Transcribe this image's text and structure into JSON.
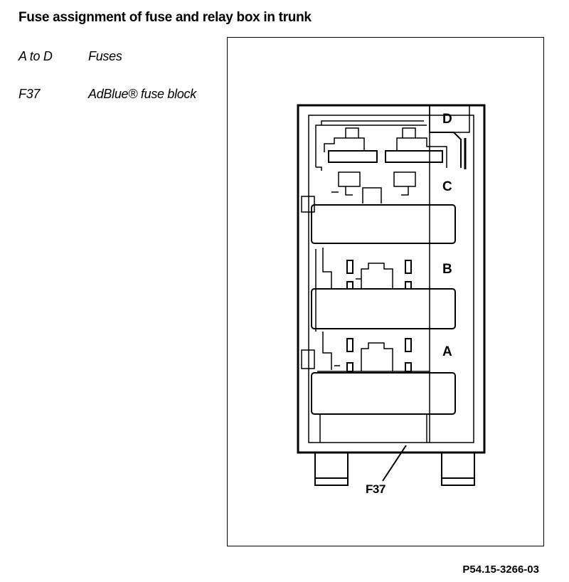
{
  "title": "Fuse assignment of fuse and relay box in trunk",
  "legend": [
    {
      "code": "A to D",
      "description": "Fuses"
    },
    {
      "code": "F37",
      "description": "AdBlue® fuse block"
    }
  ],
  "diagram": {
    "row_labels": [
      "D",
      "C",
      "B",
      "A"
    ],
    "callout": "F37"
  },
  "figure_reference": "P54.15-3266-03"
}
